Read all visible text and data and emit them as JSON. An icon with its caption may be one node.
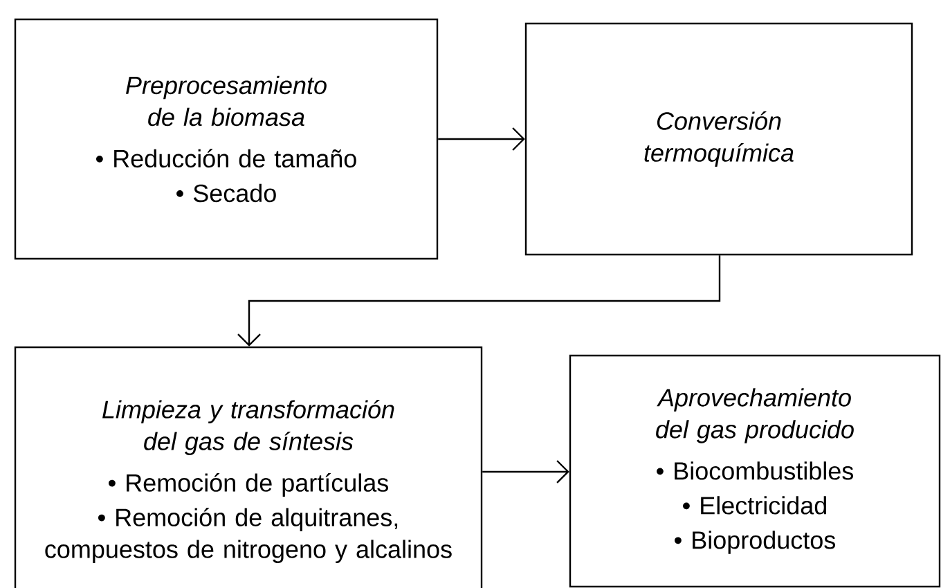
{
  "diagram": {
    "nodes": [
      {
        "text": [
          "Preprocesamiento de la biomasa",
          "• Reducción de tamaño",
          "• Secado"
        ]
      },
      {
        "text": [
          "Conversión termoquímica"
        ]
      },
      {
        "text": [
          "Limpieza y transformación del gas de síntesis",
          "• Remoción de partículas",
          "• Remoción de alquitranes, compuestos de nitrogeno y alcalinos"
        ]
      },
      {
        "text": [
          "Aprovechamiento del gas producido",
          "• Biocombustibles",
          "• Electricidad",
          "• Bioproductos"
        ]
      }
    ],
    "edges": [
      {
        "from": 0,
        "to": 1,
        "arrow": "to"
      },
      {
        "from": 1,
        "to": 2,
        "arrow": "to"
      },
      {
        "from": 2,
        "to": 3,
        "arrow": "to"
      }
    ]
  }
}
